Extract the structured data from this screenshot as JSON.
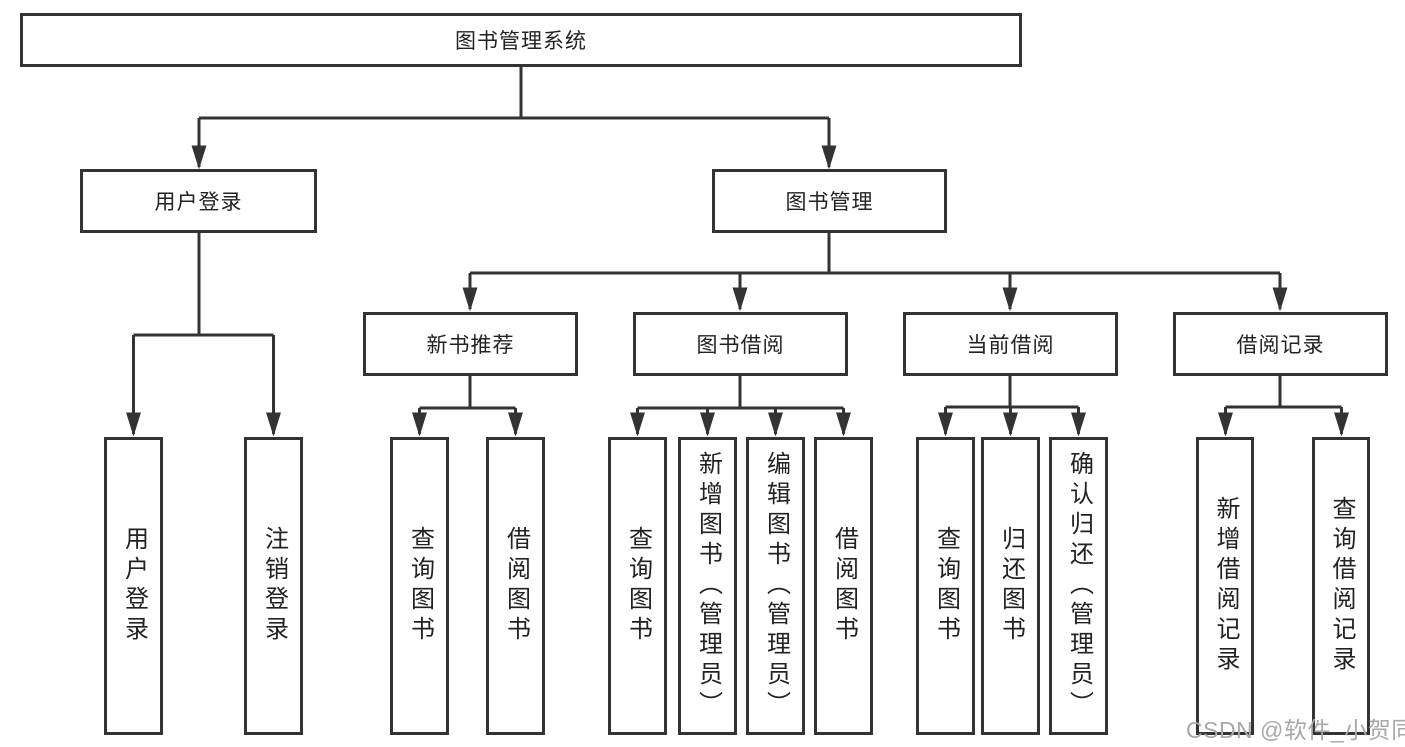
{
  "diagram_type": "hierarchy",
  "tree": {
    "root": {
      "label": "图书管理系统"
    },
    "branches": [
      {
        "label": "用户登录",
        "children": [
          {
            "label": "用户登录"
          },
          {
            "label": "注销登录"
          }
        ]
      },
      {
        "label": "图书管理",
        "children": [
          {
            "label": "新书推荐",
            "children": [
              {
                "label": "查询图书"
              },
              {
                "label": "借阅图书"
              }
            ]
          },
          {
            "label": "图书借阅",
            "children": [
              {
                "label": "查询图书"
              },
              {
                "label": "新增图书（管理员）"
              },
              {
                "label": "编辑图书（管理员）"
              },
              {
                "label": "借阅图书"
              }
            ]
          },
          {
            "label": "当前借阅",
            "children": [
              {
                "label": "查询图书"
              },
              {
                "label": "归还图书"
              },
              {
                "label": "确认归还（管理员）"
              }
            ]
          },
          {
            "label": "借阅记录",
            "children": [
              {
                "label": "新增借阅记录"
              },
              {
                "label": "查询借阅记录"
              }
            ]
          }
        ]
      }
    ]
  },
  "watermark": {
    "text": "CSDN @软件_小贺同学"
  },
  "colors": {
    "line": "#333333",
    "box_border": "#333333",
    "box_fill": "#ffffff",
    "text": "#222222",
    "watermark": "#a8a8a8",
    "background": "#ffffff"
  }
}
